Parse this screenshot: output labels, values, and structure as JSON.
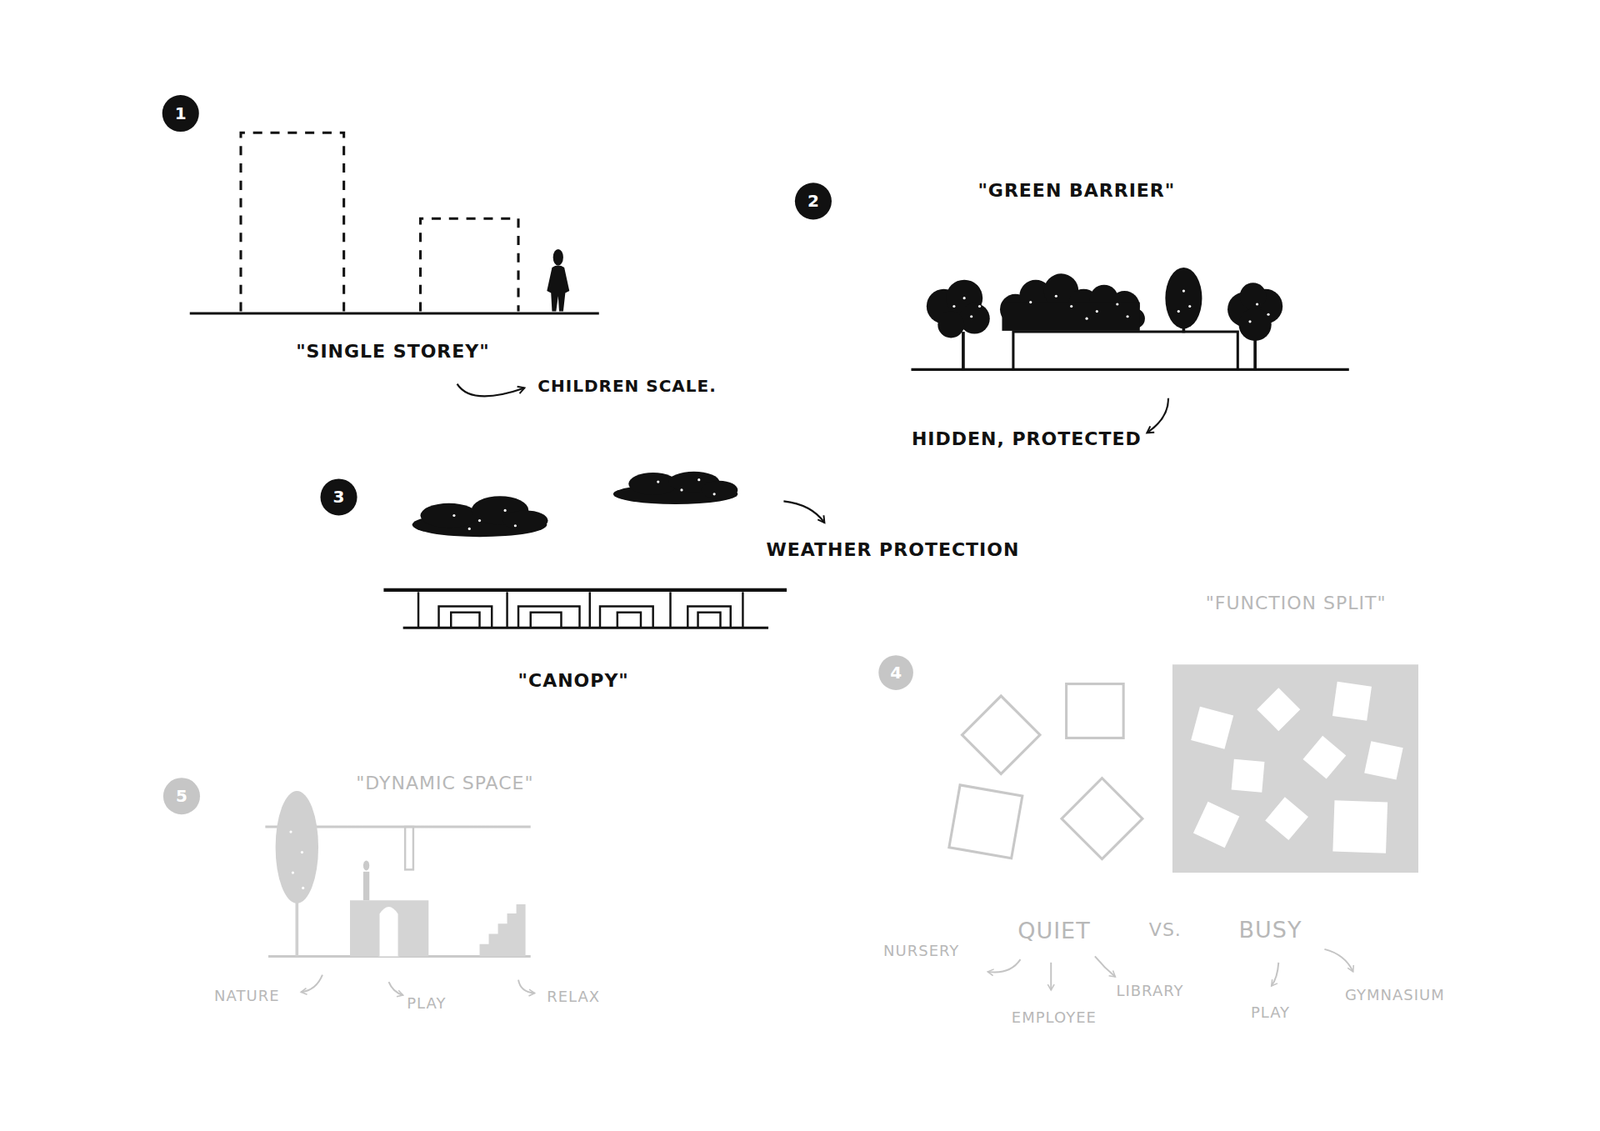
{
  "diagram": {
    "labels": [
      "1",
      "\"SINGLE STOREY\"",
      "CHILDREN SCALE.",
      "2",
      "\"GREEN BARRIER\"",
      "HIDDEN, PROTECTED",
      "3",
      "WEATHER PROTECTION",
      "\"CANOPY\"",
      "\"FUNCTION SPLIT\"",
      "4",
      "QUIET",
      "VS.",
      "BUSY",
      "NURSERY",
      "EMPLOYEE",
      "LIBRARY",
      "PLAY",
      "GYMNASIUM",
      "5",
      "\"DYNAMIC SPACE\"",
      "NATURE",
      "PLAY",
      "RELAX"
    ]
  }
}
